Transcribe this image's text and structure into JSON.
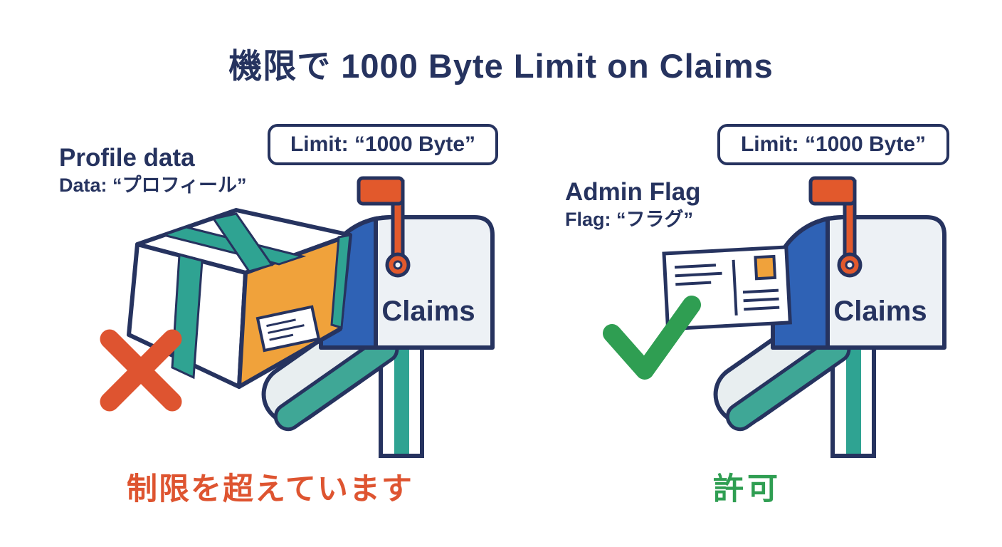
{
  "title": "機限で 1000 Byte Limit on Claims",
  "left": {
    "item_title": "Profile data",
    "item_subtitle": "Data: “プロフィール”",
    "limit_badge": "Limit: “1000 Byte”",
    "mailbox_label": "Claims",
    "status_text": "制限を超えています"
  },
  "right": {
    "item_title": "Admin Flag",
    "item_subtitle": "Flag: “フラグ”",
    "limit_badge": "Limit: “1000 Byte”",
    "mailbox_label": "Claims",
    "status_text": "許可"
  },
  "icons": {
    "left_marker": "reject-x-icon",
    "right_marker": "allow-check-icon",
    "left_item": "package-icon",
    "right_item": "postcard-icon"
  },
  "colors": {
    "navy": "#26335F",
    "mailbox_body": "#EDF1F5",
    "mailbox_opening_blue": "#2F62B5",
    "teal": "#2FA392",
    "amber": "#F0A23B",
    "reject_status": "#DE5430",
    "allow_status": "#2F9E52",
    "flag_orange": "#E2592C"
  }
}
